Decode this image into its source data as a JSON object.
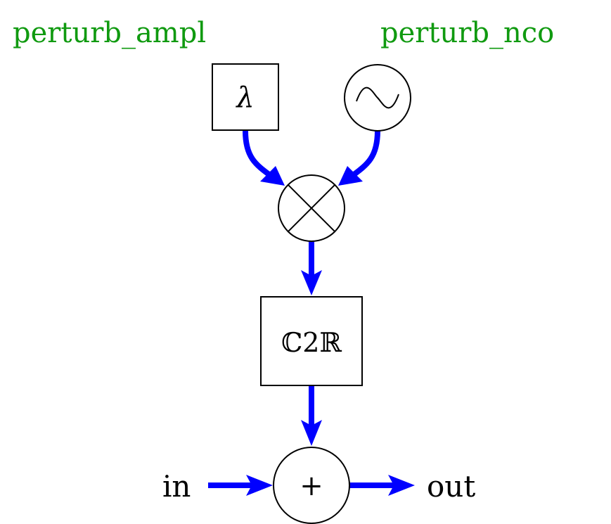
{
  "labels": {
    "perturb_ampl": "perturb_ampl",
    "perturb_nco": "perturb_nco",
    "input": "in",
    "output": "out"
  },
  "blocks": {
    "gain_symbol": "λ",
    "c2r_symbol": "ℂ2ℝ",
    "adder_symbol": "+"
  },
  "colors": {
    "wire": "#0000ff",
    "port_label": "#109a10",
    "outline": "#000000"
  }
}
